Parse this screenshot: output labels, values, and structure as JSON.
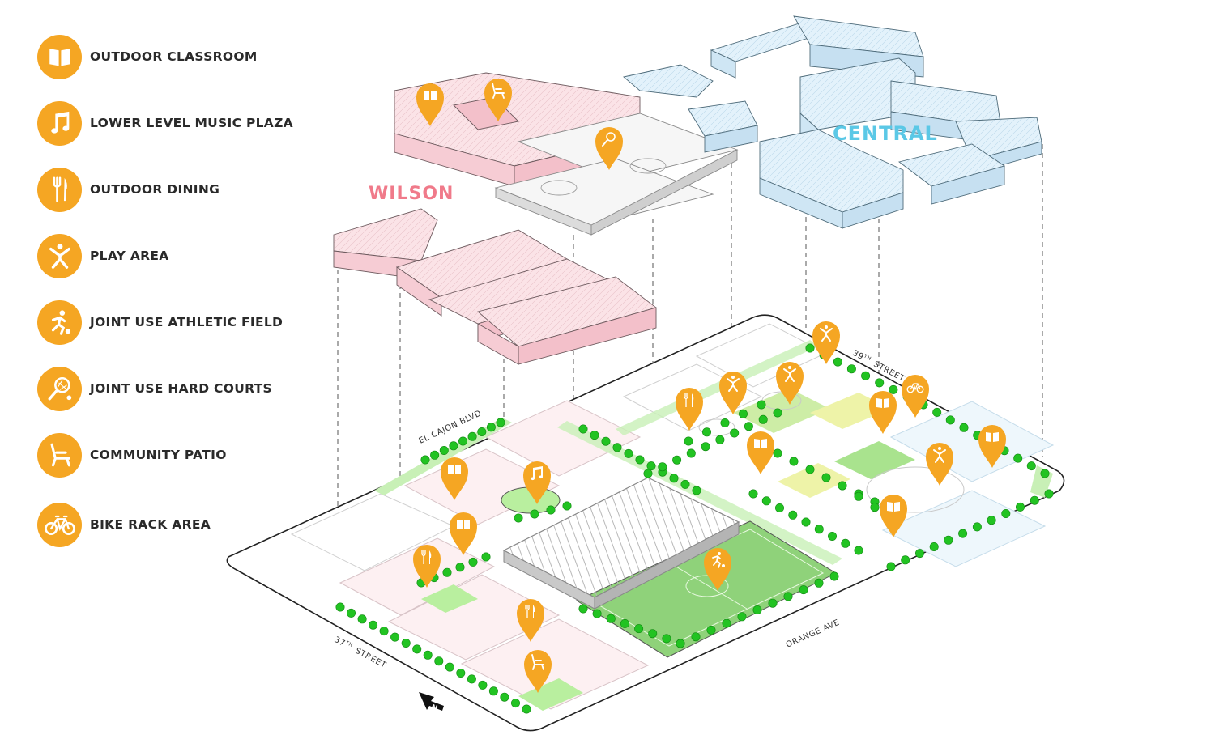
{
  "legend": [
    {
      "label": "OUTDOOR CLASSROOM",
      "icon": "book-icon"
    },
    {
      "label": "LOWER LEVEL MUSIC PLAZA",
      "icon": "music-note-icon"
    },
    {
      "label": "OUTDOOR DINING",
      "icon": "fork-knife-icon"
    },
    {
      "label": "PLAY AREA",
      "icon": "person-jumping-icon"
    },
    {
      "label": "JOINT USE ATHLETIC FIELD",
      "icon": "soccer-player-icon"
    },
    {
      "label": "JOINT USE HARD COURTS",
      "icon": "tennis-racket-icon"
    },
    {
      "label": "COMMUNITY PATIO",
      "icon": "lounge-chair-icon"
    },
    {
      "label": "BIKE RACK AREA",
      "icon": "bicycle-icon"
    }
  ],
  "campus_labels": {
    "wilson": "WILSON",
    "central": "CENTRAL"
  },
  "streets": {
    "el_cajon": "EL CAJON BLVD",
    "street_39_num": "39",
    "street_39_sup": "TH",
    "street_39_word": "STREET",
    "orange": "ORANGE AVE",
    "street_37_num": "37",
    "street_37_sup": "TH",
    "street_37_word": "STREET"
  },
  "colors": {
    "accent": "#f5a623",
    "wilson": "#f07a8a",
    "central": "#5bc8e6",
    "wilson_fill": "#fbe3e7",
    "central_fill": "#e3f2fb",
    "field": "#8fd27a",
    "tree": "#22c322"
  }
}
